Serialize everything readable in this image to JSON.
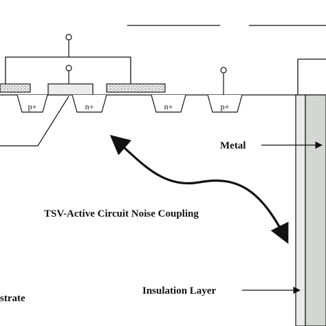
{
  "diagram": {
    "labels": {
      "p_plus_left": "p+",
      "n_plus_mid": "n+",
      "n_plus_right": "n+",
      "p_plus_right": "p+",
      "metal": "Metal",
      "coupling": "TSV-Active Circuit Noise Coupling",
      "insulation": "Insulation Layer",
      "substrate_partial": "strate"
    },
    "colors": {
      "line": "#111111",
      "oxide_fill": "#ececec",
      "tsv_fill": "#d3d6d3",
      "insulation_fill": "#eaeaea",
      "background": "#ffffff"
    }
  }
}
